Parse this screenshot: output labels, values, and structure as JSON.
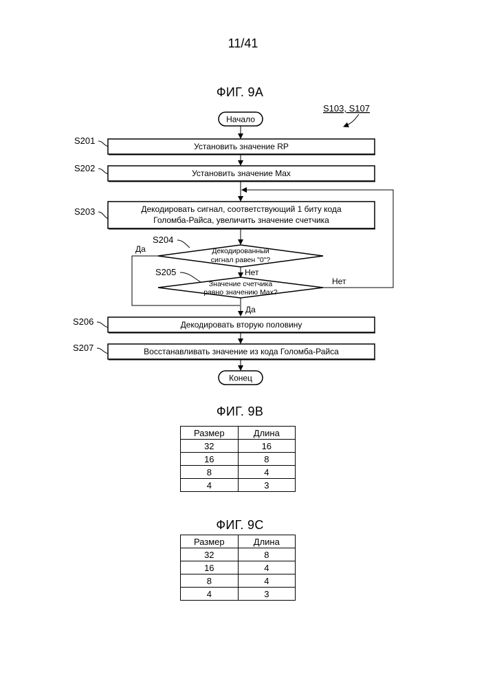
{
  "page_number": "11/41",
  "figure_a": {
    "title": "ФИГ. 9А",
    "ref": "S103, S107",
    "start": "Начало",
    "end": "Конец",
    "steps": {
      "s201": {
        "id": "S201",
        "text": "Установить значение RP"
      },
      "s202": {
        "id": "S202",
        "text": "Установить значение Max"
      },
      "s203": {
        "id": "S203",
        "line1": "Декодировать сигнал, соответствующий 1 биту кода",
        "line2": "Голомба-Райса, увеличить значение счетчика"
      },
      "s204": {
        "id": "S204",
        "line1": "Декодированный",
        "line2": "сигнал равен \"0\"?"
      },
      "s205": {
        "id": "S205",
        "line1": "Значение счетчика",
        "line2": "равно значению Max?"
      },
      "s206": {
        "id": "S206",
        "text": "Декодировать вторую половину"
      },
      "s207": {
        "id": "S207",
        "text": "Восстанавливать значение из кода Голомба-Райса"
      }
    },
    "labels": {
      "s204_yes": "Да",
      "s204_no": "Нет",
      "s205_no": "Нет",
      "s205_yes": "Да"
    }
  },
  "figure_b": {
    "title": "ФИГ. 9В",
    "headers": [
      "Размер",
      "Длина"
    ],
    "rows": [
      [
        "32",
        "16"
      ],
      [
        "16",
        "8"
      ],
      [
        "8",
        "4"
      ],
      [
        "4",
        "3"
      ]
    ]
  },
  "figure_c": {
    "title": "ФИГ. 9С",
    "headers": [
      "Размер",
      "Длина"
    ],
    "rows": [
      [
        "32",
        "8"
      ],
      [
        "16",
        "4"
      ],
      [
        "8",
        "4"
      ],
      [
        "4",
        "3"
      ]
    ]
  }
}
